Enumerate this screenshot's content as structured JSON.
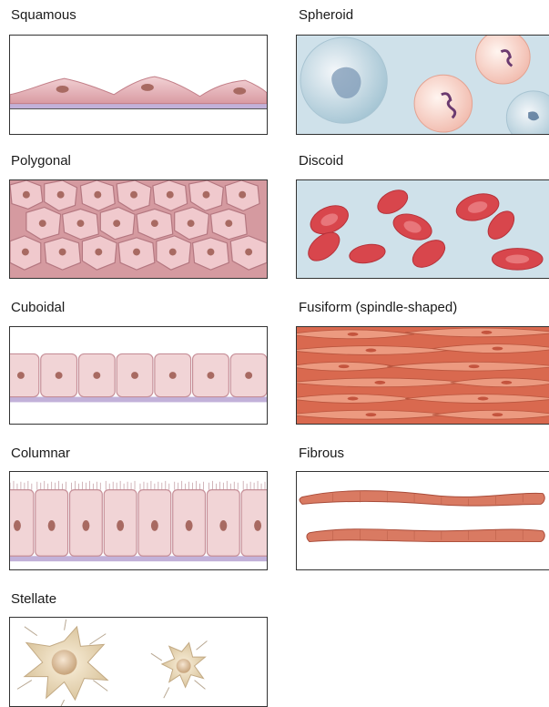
{
  "cell_shapes": [
    {
      "id": "squamous",
      "label": "Squamous"
    },
    {
      "id": "spheroid",
      "label": "Spheroid"
    },
    {
      "id": "polygonal",
      "label": "Polygonal"
    },
    {
      "id": "discoid",
      "label": "Discoid"
    },
    {
      "id": "cuboidal",
      "label": "Cuboidal"
    },
    {
      "id": "fusiform",
      "label": "Fusiform (spindle-shaped)"
    },
    {
      "id": "columnar",
      "label": "Columnar"
    },
    {
      "id": "fibrous",
      "label": "Fibrous"
    },
    {
      "id": "stellate",
      "label": "Stellate"
    }
  ],
  "colors": {
    "cell_pink": "#e9b8be",
    "nucleus": "#a86a62",
    "basement": "#9a7dc0",
    "blood_red": "#d8464c",
    "sky": "#cfe1ea",
    "muscle": "#e07a62",
    "fiber": "#c86a55",
    "stellate_cream": "#e8d8b8"
  }
}
